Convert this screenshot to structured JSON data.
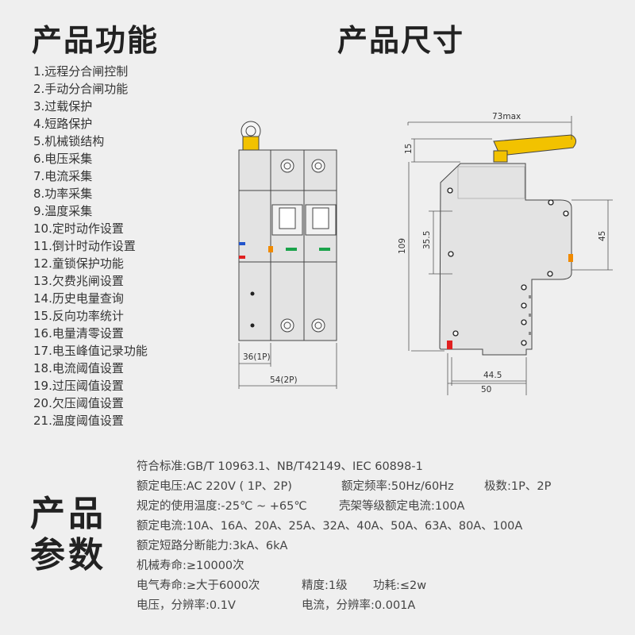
{
  "headings": {
    "features": "产品功能",
    "dimensions": "产品尺寸",
    "params_line1": "产品",
    "params_line2": "参数"
  },
  "features": [
    "1.远程分合闸控制",
    "2.手动分合闸功能",
    "3.过载保护",
    "4.短路保护",
    "5.机械锁结构",
    "6.电压采集",
    "7.电流采集",
    "8.功率采集",
    "9.温度采集",
    "10.定时动作设置",
    "11.倒计时动作设置",
    "12.童锁保护功能",
    "13.欠费兆闸设置",
    "14.历史电量查询",
    "15.反向功率统计",
    "16.电量清零设置",
    "17.电玉峰值记录功能",
    "18.电流阈值设置",
    "19.过压阈值设置",
    "20.欠压阈值设置",
    "21.温度阈值设置"
  ],
  "dimensions": {
    "front_width_1p": "36(1P)",
    "front_width_2p": "54(2P)",
    "top_max": "73max",
    "antenna_height": "15",
    "total_height": "109",
    "inner_height": "35.5",
    "side_height": "45",
    "depth_inner": "44.5",
    "depth_total": "50"
  },
  "specs": {
    "standard": "符合标准:GB/T 10963.1、NB/T42149、IEC 60898-1",
    "rated_voltage": "额定电压:AC 220V ( 1P、2P)",
    "rated_freq": "额定频率:50Hz/60Hz",
    "poles": "极数:1P、2P",
    "temp_range": "规定的使用温度:-25℃ ~ +65℃",
    "frame_current": "壳架等级额定电流:100A",
    "rated_current": "额定电流:10A、16A、20A、25A、32A、40A、50A、63A、80A、100A",
    "breaking_capacity": "额定短路分断能力:3kA、6kA",
    "mech_life": "机械寿命:≥10000次",
    "elec_life": "电气寿命:≥大于6000次",
    "accuracy": "精度:1级",
    "power": "功耗:≤2w",
    "voltage_res": "电压，分辨率:0.1V",
    "current_res": "电流，分辨率:0.001A"
  },
  "colors": {
    "background": "#efefef",
    "body_gray": "#e3e3e3",
    "antenna_yellow": "#f2c200",
    "indicator_green": "#1aa34a",
    "indicator_orange": "#f08a00",
    "indicator_blue": "#2255cc",
    "indicator_red": "#e02020"
  }
}
